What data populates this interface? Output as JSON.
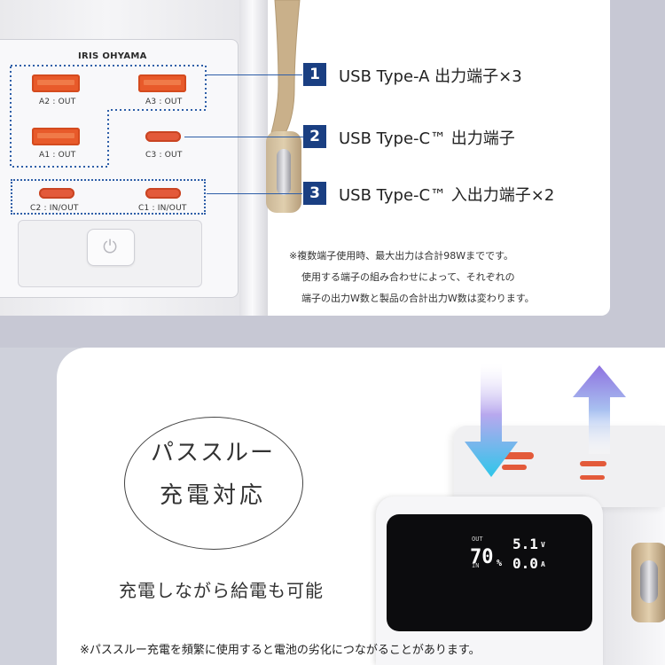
{
  "brand": "IRIS OHYAMA",
  "ports": {
    "a2": "A2 : OUT",
    "a3": "A3 : OUT",
    "a1": "A1 : OUT",
    "c3": "C3 : OUT",
    "c2": "C2 : IN/OUT",
    "c1": "C1 : IN/OUT"
  },
  "features": [
    {
      "num": "1",
      "label": "USB Type-A 出力端子×3"
    },
    {
      "num": "2",
      "label": "USB Type-C™ 出力端子"
    },
    {
      "num": "3",
      "label": "USB Type-C™ 入出力端子×2"
    }
  ],
  "notes_top": [
    "※複数端子使用時、最大出力は合計98Wまでです。",
    "使用する端子の組み合わせによって、それぞれの",
    "端子の出力W数と製品の合計出力W数は変わります。"
  ],
  "passthrough": {
    "line1": "パススルー",
    "line2": "充電対応",
    "subtitle": "充電しながら給電も可能",
    "note": "※パススルー充電を頻繁に使用すると電池の劣化につながることがあります。"
  },
  "display": {
    "percent": "70",
    "percent_unit": "%",
    "volts": "5.1",
    "volts_unit": "V",
    "amps": "0.0",
    "amps_unit": "A",
    "out_label": "OUT",
    "in_label": "IN"
  },
  "colors": {
    "accent_blue": "#1a3f82",
    "dotted_blue": "#2f5fa8",
    "port_orange": "#e85a2a"
  }
}
